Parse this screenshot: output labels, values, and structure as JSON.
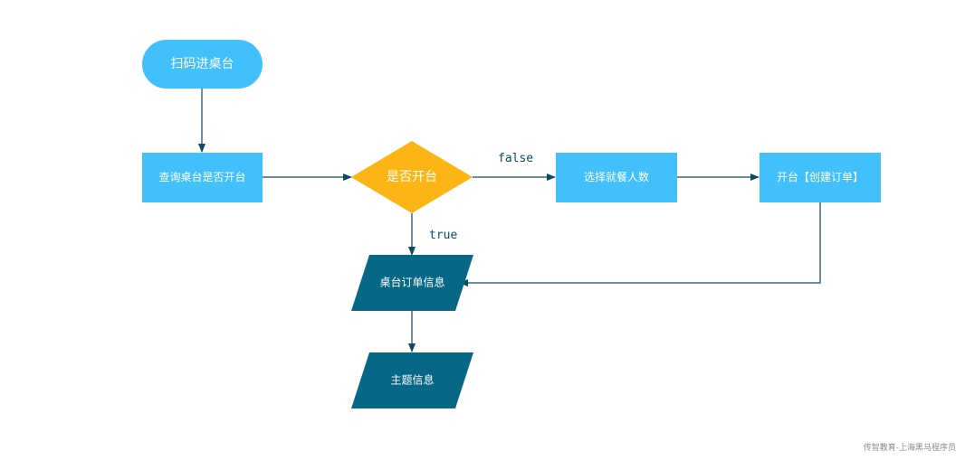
{
  "nodes": {
    "start": "扫码进桌台",
    "query": "查询桌台是否开台",
    "decision": "是否开台",
    "select_diners": "选择就餐人数",
    "open_table": "开台【创建订单】",
    "order_info": "桌台订单信息",
    "theme_info": "主题信息"
  },
  "edge_labels": {
    "false": "false",
    "true": "true"
  },
  "colors": {
    "process": "#42c0fb",
    "decision": "#fdb515",
    "data": "#076786",
    "edge": "#0b4a63"
  },
  "watermark": "传智教育-上海黑马程序员"
}
